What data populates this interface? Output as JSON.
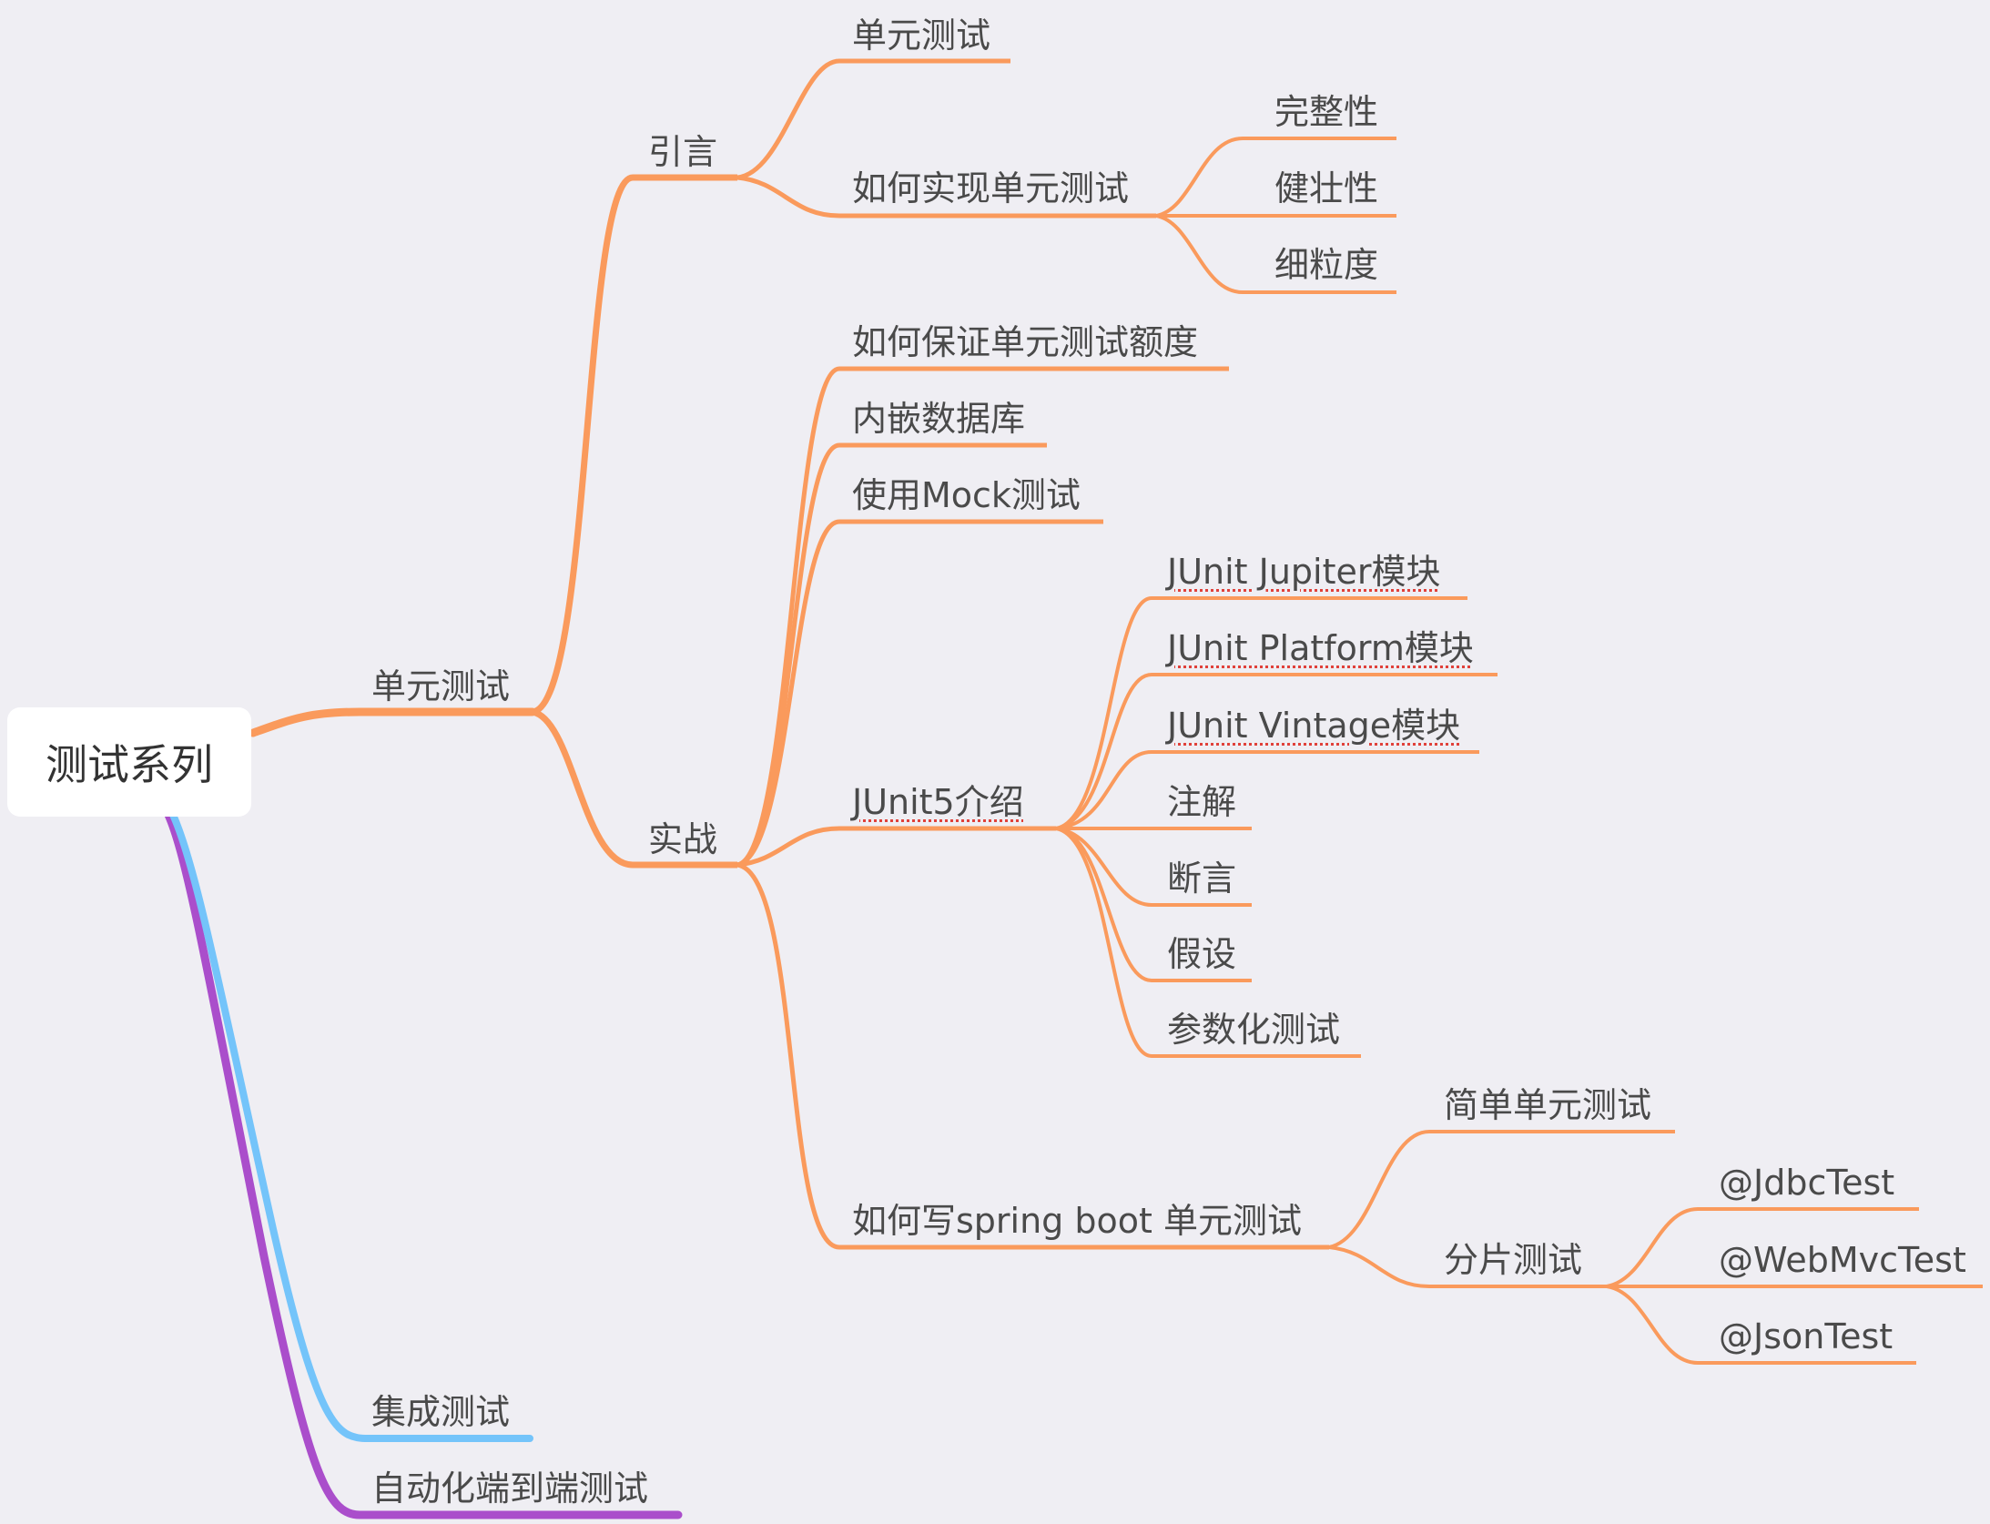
{
  "root": "测试系列",
  "colors": {
    "unit": "#fa9a5c",
    "integration": "#74c4fa",
    "e2e": "#aa4ecb",
    "background": "#efeef3"
  },
  "nodes": {
    "unit": "单元测试",
    "intro": "引言",
    "intro_unit": "单元测试",
    "how_impl": "如何实现单元测试",
    "complete": "完整性",
    "robust": "健壮性",
    "granularity": "细粒度",
    "practice": "实战",
    "coverage": "如何保证单元测试额度",
    "embedded_db": "内嵌数据库",
    "mock": "使用Mock测试",
    "junit5": "JUnit5介绍",
    "jupiter": "JUnit Jupiter模块",
    "platform": "JUnit Platform模块",
    "vintage": "JUnit Vintage模块",
    "annotations": "注解",
    "assertions": "断言",
    "assumptions": "假设",
    "parameterized": "参数化测试",
    "spring_boot": "如何写spring boot 单元测试",
    "simple_unit": "简单单元测试",
    "slice": "分片测试",
    "jdbc": "@JdbcTest",
    "webmvc": "@WebMvcTest",
    "json": "@JsonTest",
    "integration": "集成测试",
    "e2e": "自动化端到端测试"
  }
}
